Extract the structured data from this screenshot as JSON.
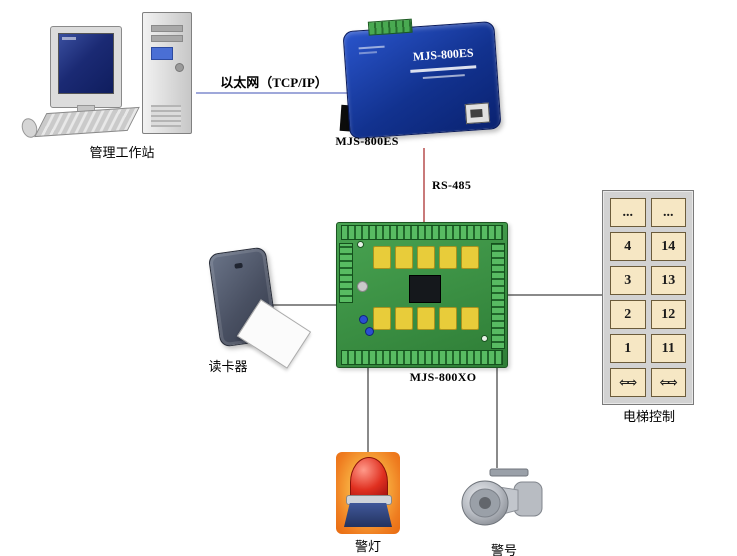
{
  "nodes": {
    "workstation": {
      "label": "管理工作站"
    },
    "serial_server": {
      "label": "MJS-800ES",
      "face_title": "MJS-800ES"
    },
    "controller": {
      "label": "MJS-800XO"
    },
    "card_reader": {
      "label": "读卡器"
    },
    "elevator_panel": {
      "label": "电梯控制",
      "buttons": [
        [
          "...",
          "..."
        ],
        [
          "4",
          "14"
        ],
        [
          "3",
          "13"
        ],
        [
          "2",
          "12"
        ],
        [
          "1",
          "11"
        ],
        [
          "⇦⇨",
          "⇦⇨"
        ]
      ]
    },
    "warning_light": {
      "label": "警灯"
    },
    "siren": {
      "label": "警号"
    }
  },
  "edges": {
    "ethernet": {
      "label": "以太网（TCP/IP）"
    },
    "rs485": {
      "label": "RS-485"
    }
  }
}
